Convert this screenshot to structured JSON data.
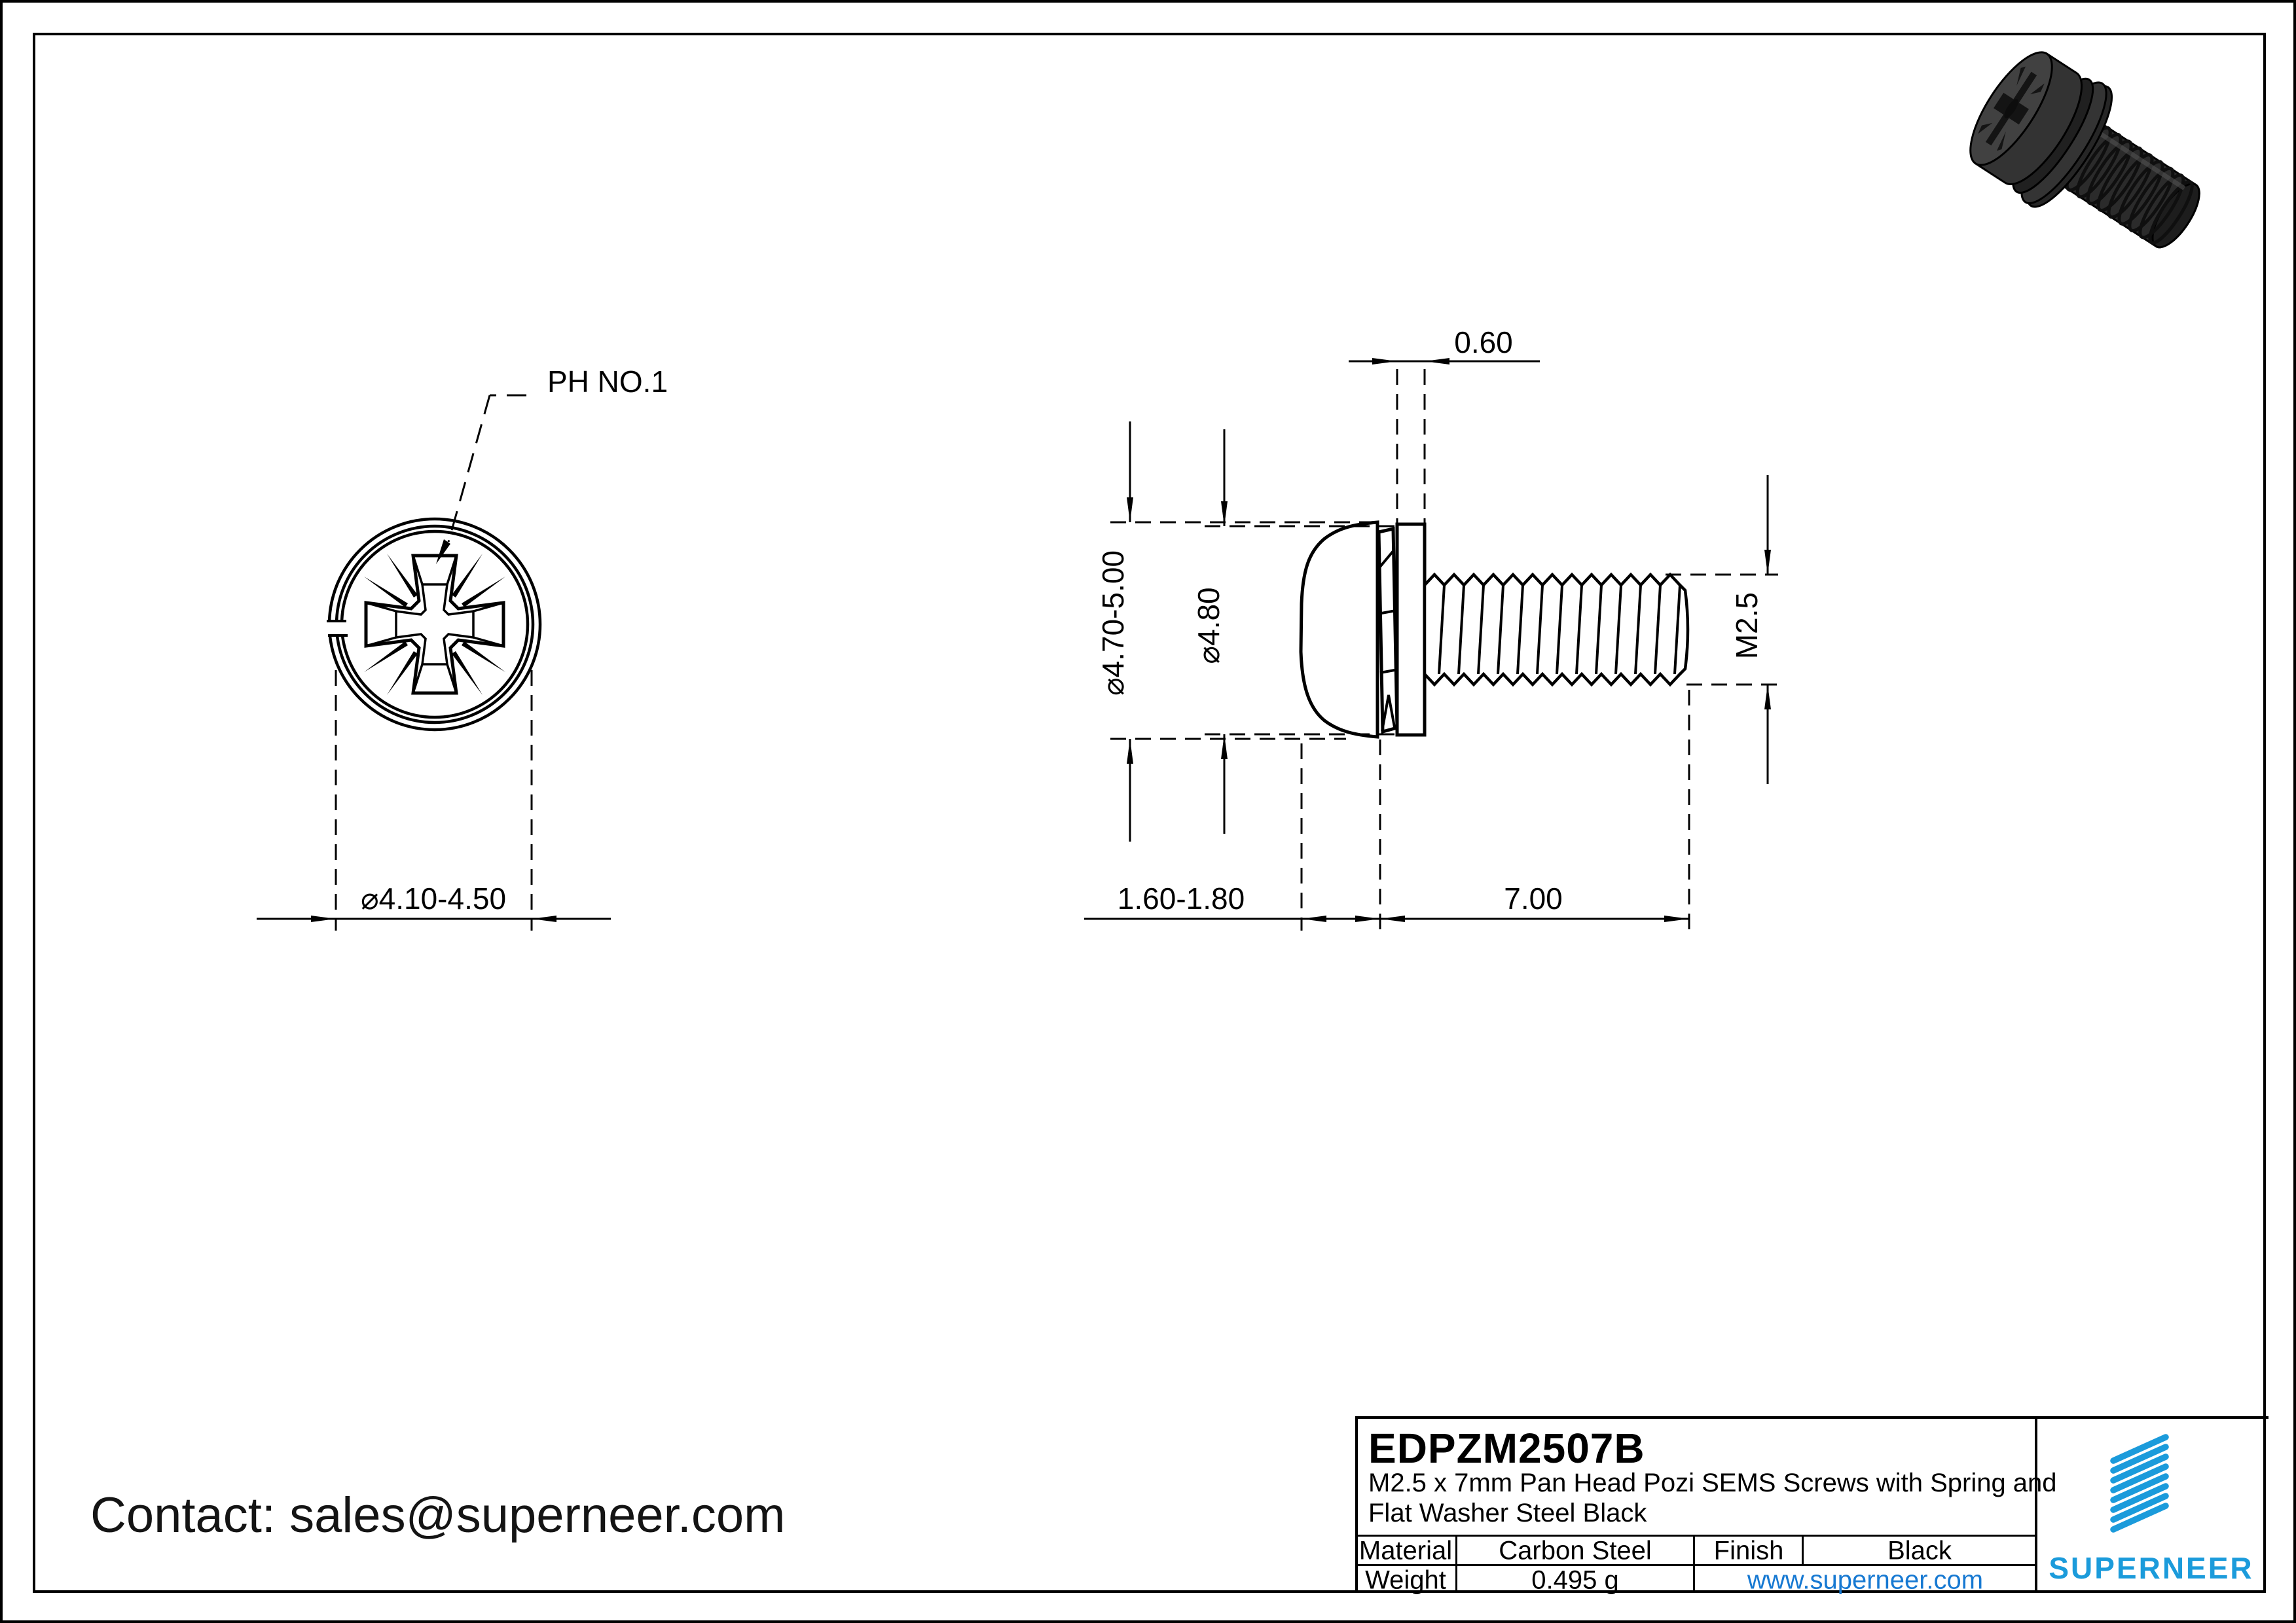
{
  "drawing": {
    "front_view": {
      "drive_label": "PH NO.1",
      "head_diameter": "⌀4.10-4.50"
    },
    "side_view": {
      "washer_thickness": "0.60",
      "head_od": "⌀4.70-5.00",
      "washer_od": "⌀4.80",
      "thread_size": "M2.5",
      "head_height": "1.60-1.80",
      "thread_length": "7.00"
    }
  },
  "contact": {
    "text": "Contact: sales@superneer.com"
  },
  "title_block": {
    "part_number": "EDPZM2507B",
    "description_line1": "M2.5 x 7mm Pan Head Pozi SEMS Screws with Spring and",
    "description_line2": "Flat Washer Steel Black",
    "material_label": "Material",
    "material_value": "Carbon Steel",
    "finish_label": "Finish",
    "finish_value": "Black",
    "weight_label": "Weight",
    "weight_value": "0.495 g",
    "website": "www.superneer.com",
    "brand_name": "SUPERNEER"
  },
  "colors": {
    "brand": "#1B9BDB",
    "link": "#1779D2",
    "line": "#000000"
  }
}
